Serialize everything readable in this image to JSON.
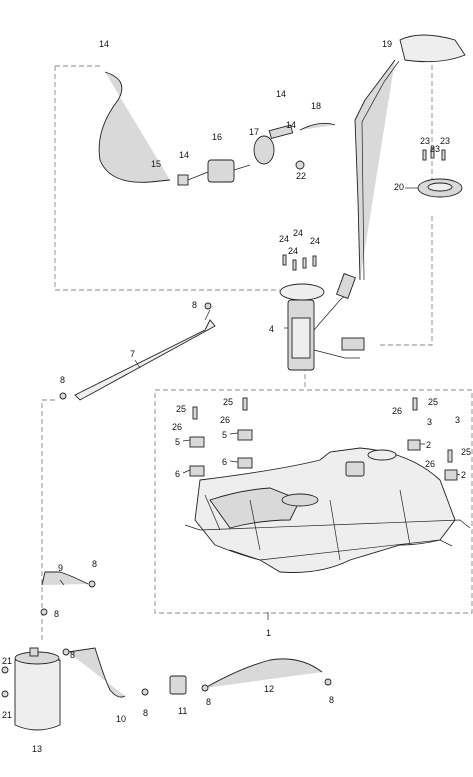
{
  "callouts": {
    "c1": "1",
    "c2a": "2",
    "c2b": "2",
    "c3a": "3",
    "c3b": "3",
    "c4": "4",
    "c5a": "5",
    "c5b": "5",
    "c6a": "6",
    "c6b": "6",
    "c7": "7",
    "c8a": "8",
    "c8b": "8",
    "c8c": "8",
    "c8d": "8",
    "c8e": "8",
    "c8f": "8",
    "c8g": "8",
    "c8h": "8",
    "c9": "9",
    "c10": "10",
    "c11": "11",
    "c12": "12",
    "c13": "13",
    "c14a": "14",
    "c14b": "14",
    "c14c": "14",
    "c14d": "14",
    "c15": "15",
    "c16": "16",
    "c17": "17",
    "c18": "18",
    "c19": "19",
    "c20": "20",
    "c21a": "21",
    "c21b": "21",
    "c22": "22",
    "c23a": "23",
    "c23b": "23",
    "c23c": "23",
    "c24a": "24",
    "c24b": "24",
    "c24c": "24",
    "c24d": "24",
    "c25a": "25",
    "c25b": "25",
    "c25c": "25",
    "c25d": "25",
    "c26a": "26",
    "c26b": "26",
    "c26c": "26",
    "c26d": "26"
  },
  "colors": {
    "line": "#222222",
    "part_fill": "#d9d9d9",
    "dashed_box": "#888888"
  }
}
